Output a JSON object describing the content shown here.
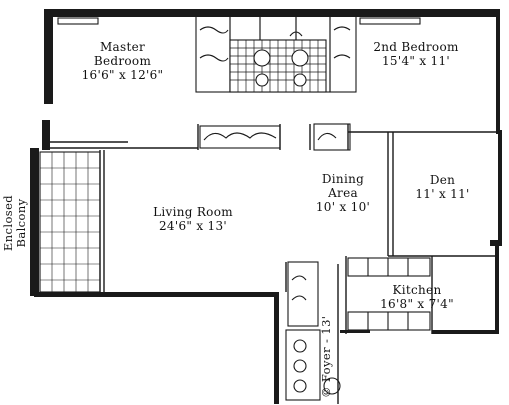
{
  "rooms": {
    "master_bedroom": {
      "name_line1": "Master",
      "name_line2": "Bedroom",
      "size": "16'6\" x 12'6\""
    },
    "second_bedroom": {
      "name": "2nd Bedroom",
      "size": "15'4\" x 11'"
    },
    "living_room": {
      "name": "Living Room",
      "size": "24'6\" x 13'"
    },
    "dining_area": {
      "name_line1": "Dining",
      "name_line2": "Area",
      "size": "10' x 10'"
    },
    "den": {
      "name": "Den",
      "size": "11' x 11'"
    },
    "kitchen": {
      "name": "Kitchen",
      "size": "16'8\" x 7'4\""
    },
    "foyer": {
      "label": "Foyer - 13'"
    },
    "enclosed_balcony": {
      "name_line1": "Enclosed",
      "name_line2": "Balcony"
    }
  },
  "copyright_mark": "©"
}
